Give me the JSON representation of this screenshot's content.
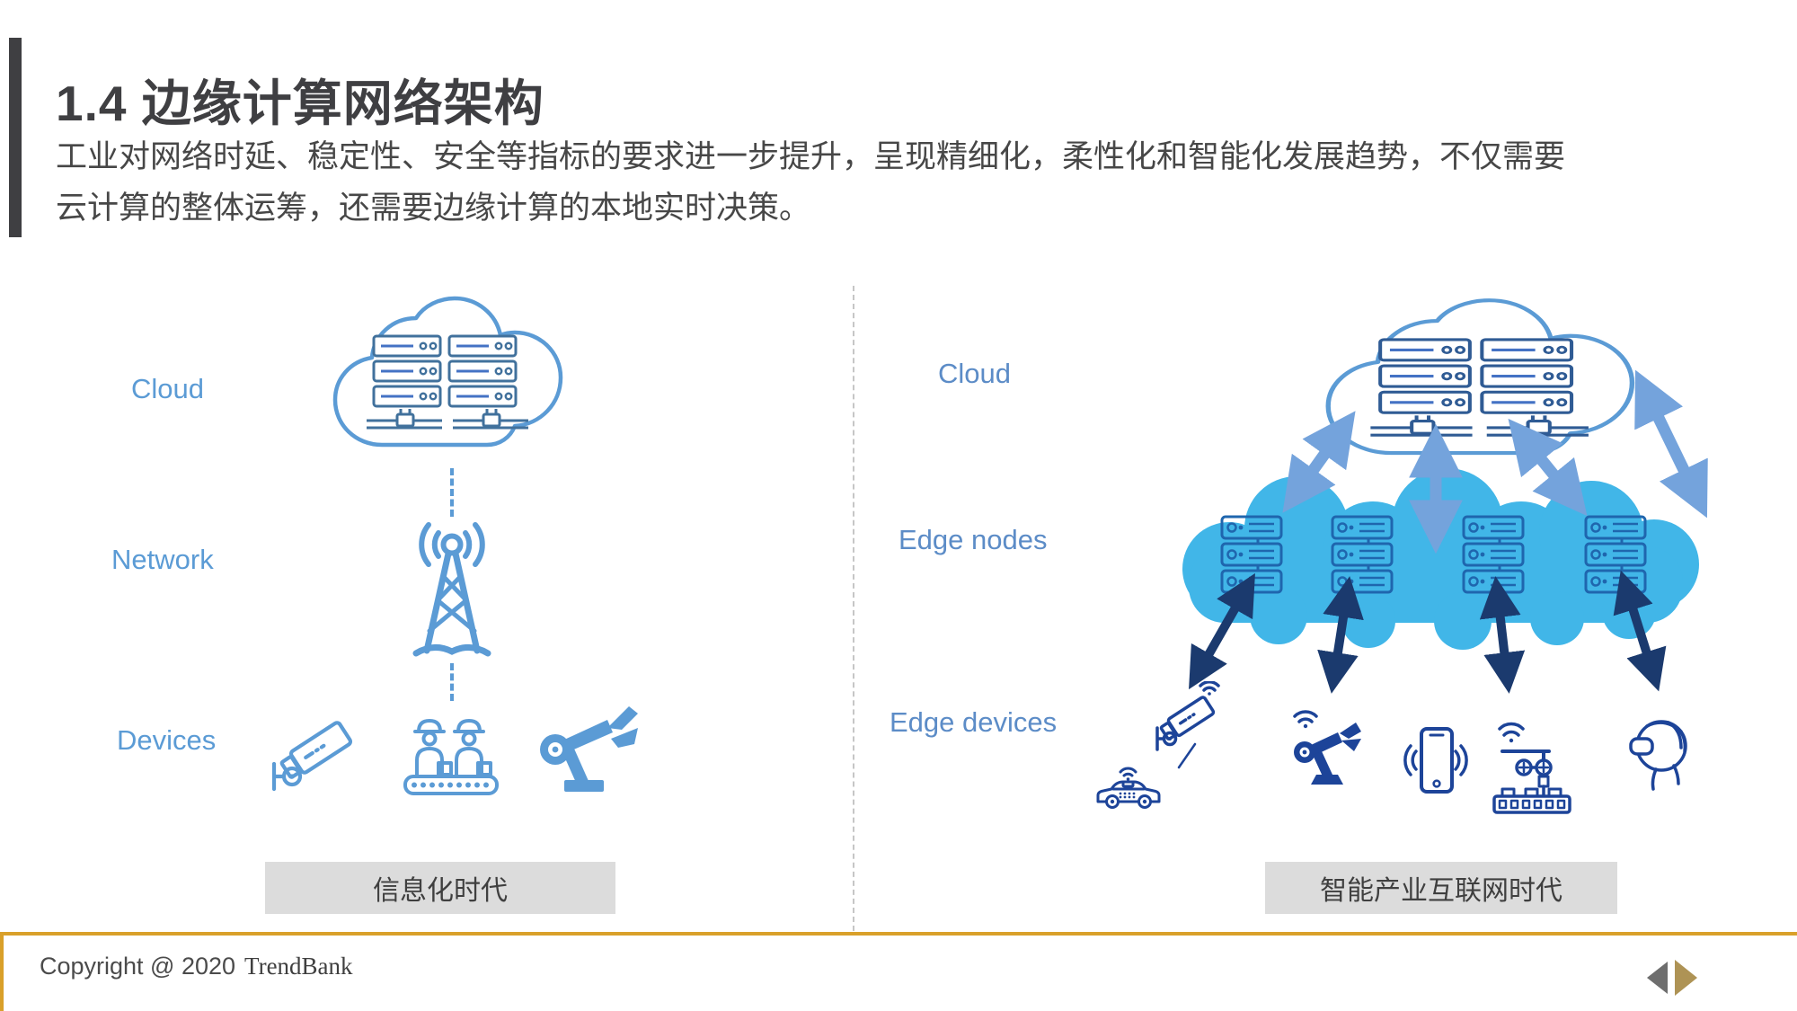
{
  "slide": {
    "title": "1.4 边缘计算网络架构",
    "body_lines": [
      "工业对网络时延、稳定性、安全等指标的要求进一步提升，呈现精细化，柔性化和智能化发展趋势，不仅需要",
      "云计算的整体运筹，还需要边缘计算的本地实时决策。"
    ]
  },
  "left_panel": {
    "labels": {
      "cloud": "Cloud",
      "network": "Network",
      "devices": "Devices"
    },
    "era_caption": "信息化时代"
  },
  "right_panel": {
    "labels": {
      "cloud": "Cloud",
      "edge_nodes": "Edge nodes",
      "edge_devices": "Edge devices"
    },
    "era_caption": "智能产业互联网时代"
  },
  "footer": {
    "copyright": "Copyright @ 2020",
    "brand": "TrendBank"
  },
  "icons": {
    "left": [
      "cloud-servers-icon",
      "radio-tower-icon",
      "cctv-camera-icon",
      "workers-conveyor-icon",
      "robot-arm-icon"
    ],
    "right": [
      "cloud-servers-icon",
      "edge-node-cloud-icon",
      "autonomous-car-icon",
      "cctv-camera-icon",
      "robot-arm-icon",
      "smartphone-icon",
      "factory-robot-icon",
      "vr-headset-icon"
    ],
    "nav": [
      "prev-triangle-icon",
      "next-triangle-icon"
    ]
  },
  "colors": {
    "accent_blue": "#5B9BD5",
    "right_label_blue": "#5C8CC7",
    "server_outline": "#41719C",
    "server_lines": "#4472C4",
    "edge_cloud_fill": "#41B6E8",
    "edge_server_outline": "#1F66AE",
    "device_navy": "#1D4499",
    "dark_arrow": "#1B3A6E",
    "light_arrow": "#74A3DC",
    "gold": "#D9A02A",
    "caption_bg": "#DCDCDC",
    "text_dark": "#3F3F42"
  }
}
